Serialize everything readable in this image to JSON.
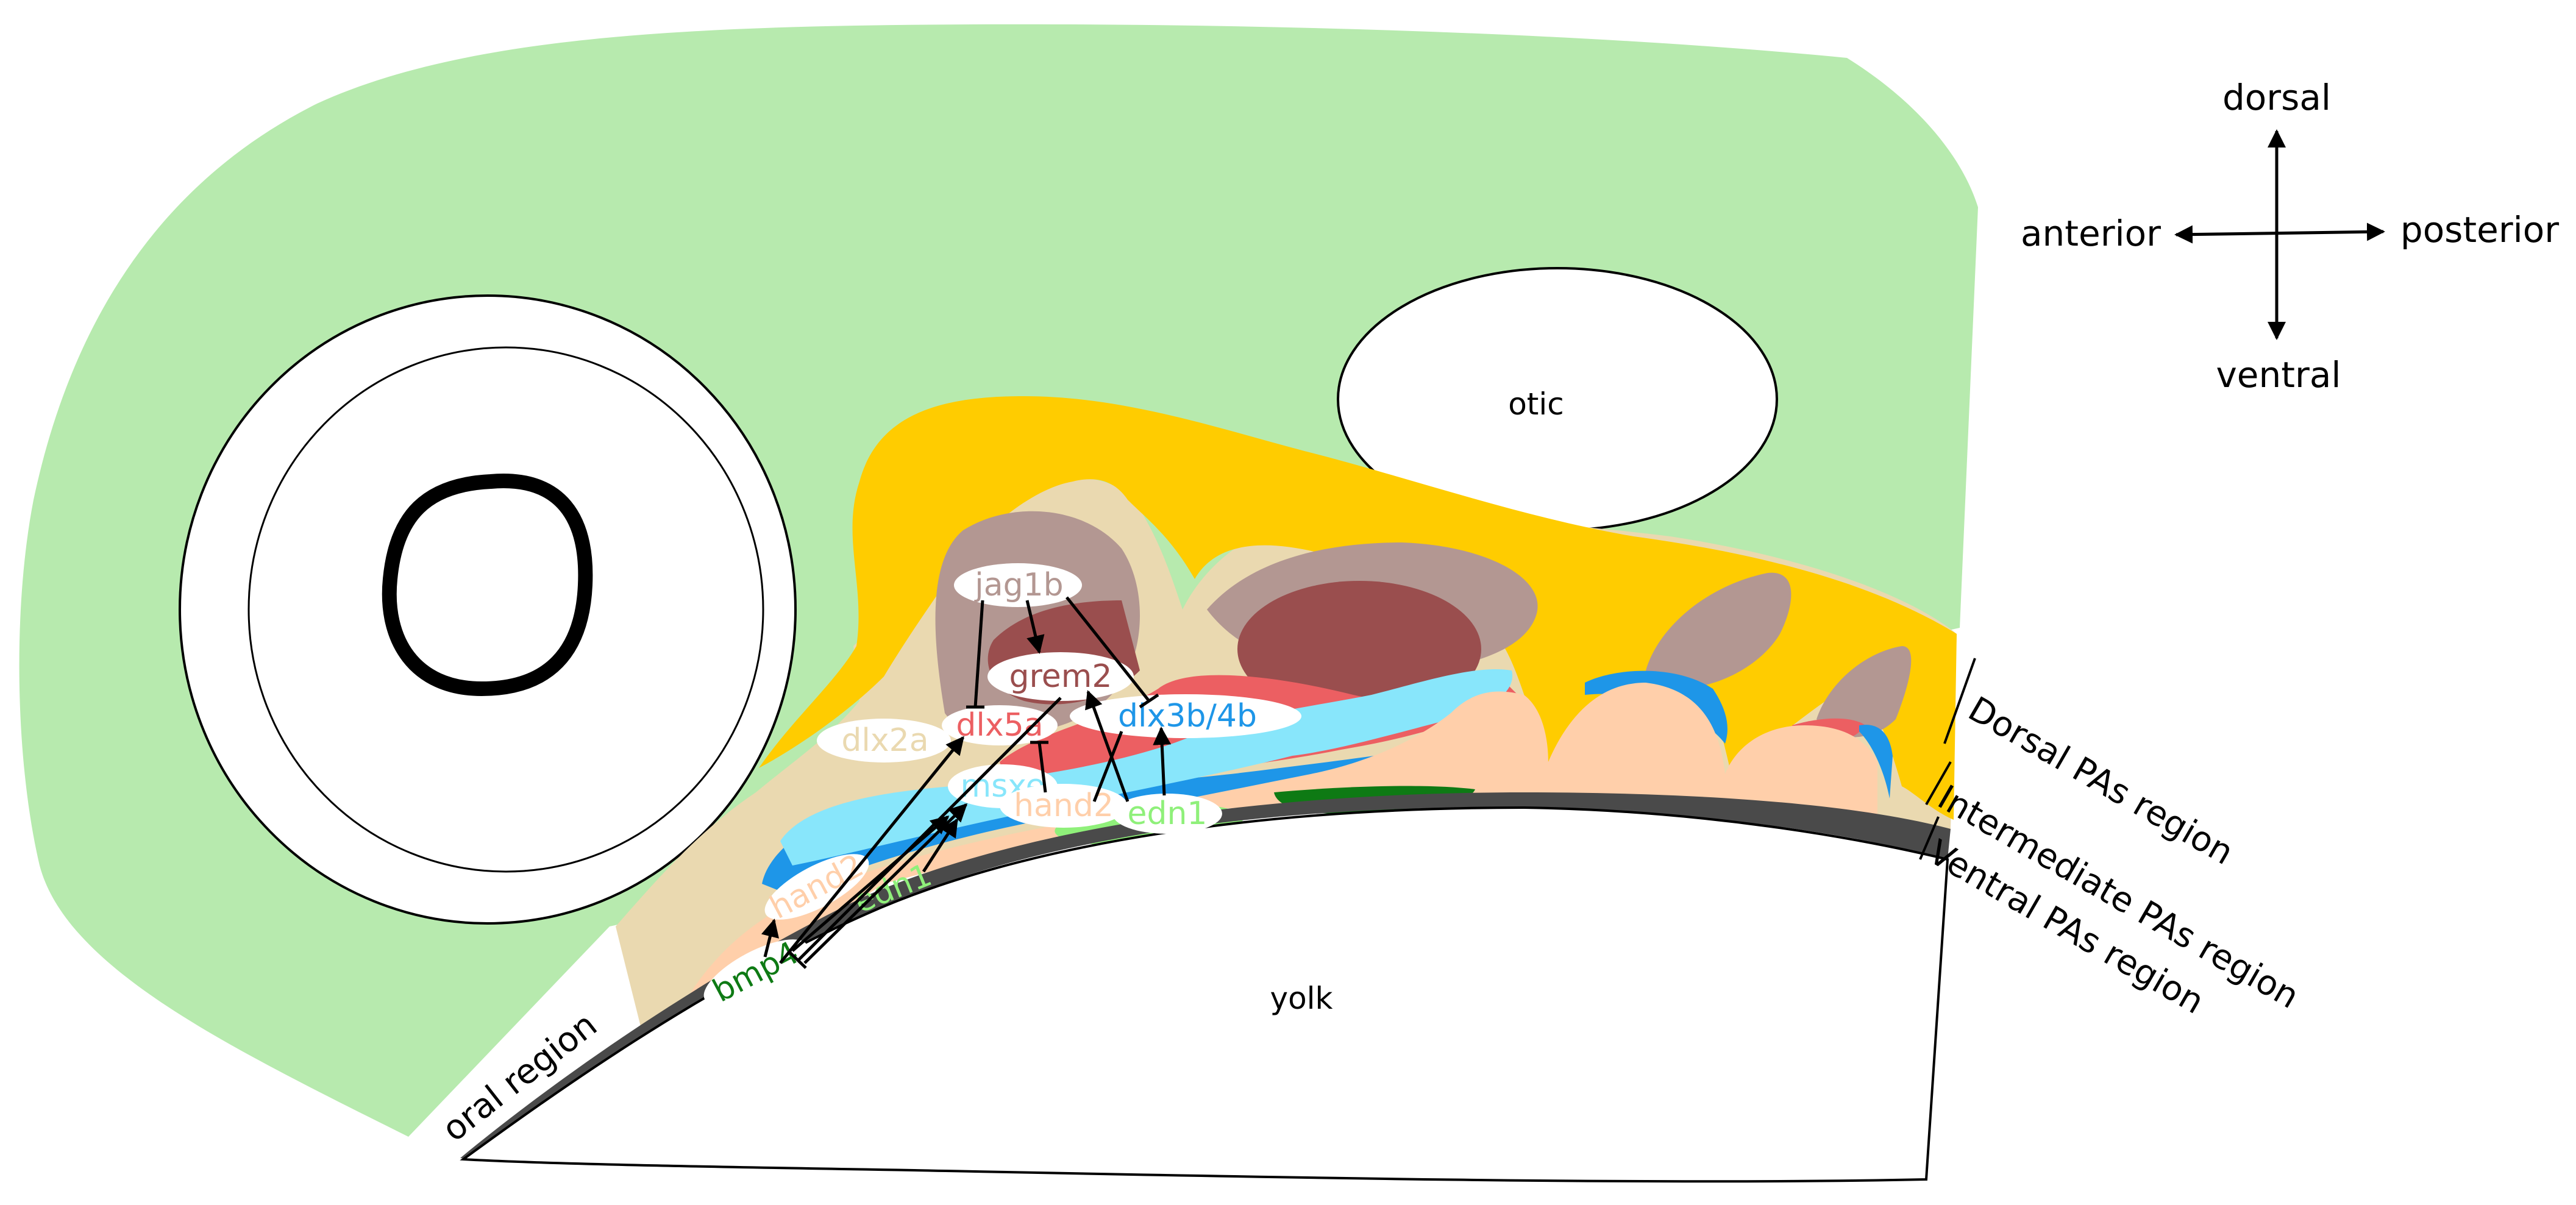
{
  "diagram": {
    "structures": {
      "otic": "otic",
      "yolk": "yolk"
    },
    "regions": {
      "oral": "oral region",
      "dorsal": "Dorsal PAs region",
      "intermediate": "Intermediate PAs region",
      "ventral": "Ventral PAs region"
    },
    "axes": {
      "dorsal": "dorsal",
      "ventral": "ventral",
      "anterior": "anterior",
      "posterior": "posterior"
    },
    "genes": {
      "jag1b": "jag1b",
      "grem2": "grem2",
      "dlx2a": "dlx2a",
      "dlx5a": "dlx5a",
      "dlx3b4b": "dlx3b/4b",
      "msxe": "msxe",
      "hand2_upper": "hand2",
      "hand2_lower": "hand2",
      "edn1_right": "edn1",
      "edn1_left": "edn1",
      "bmp4": "bmp4"
    },
    "colors": {
      "head": "#b7eaae",
      "dorsal_domain": "#ffcc00",
      "neural_crest": "#ead9b0",
      "jag1b": "#b39792",
      "grem2": "#9a4e4e",
      "dlx5a": "#ec5f62",
      "dlx3b4b": "#1e96e8",
      "msxe": "#88e6fb",
      "hand2": "#ffcfaa",
      "edn1": "#8ff07a",
      "bmp4": "#0e7a14",
      "endoderm": "#4a4a4a"
    }
  }
}
